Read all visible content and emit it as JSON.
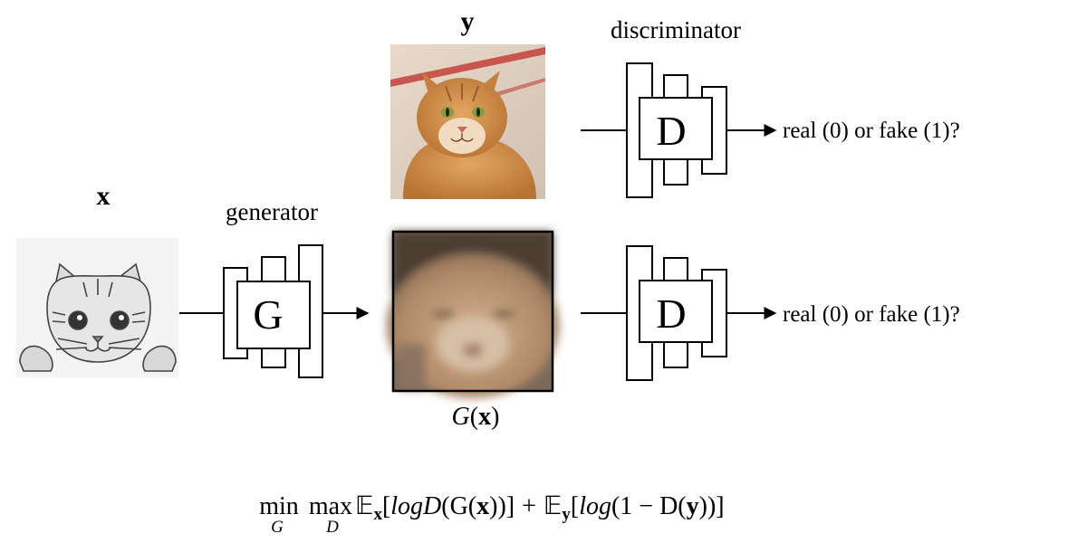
{
  "labels": {
    "x": "x",
    "y": "y",
    "generator": "generator",
    "discriminator": "discriminator",
    "gen_letter": "G",
    "disc_letter": "D",
    "output_top": "real (0) or fake (1)?",
    "output_bottom": "real (0) or fake (1)?"
  },
  "gx": {
    "func": "G",
    "open": "(",
    "var": "x",
    "close": ")"
  },
  "equation": {
    "min": "min",
    "min_sub": "G",
    "max": "max",
    "max_sub": "D",
    "E1": "𝔼",
    "E1_sub": "x",
    "term1_open": "[",
    "term1_log": "logD",
    "term1_rest": "(G(",
    "term1_var": "x",
    "term1_close": "))]",
    "plus": "+",
    "E2": "𝔼",
    "E2_sub": "y",
    "term2_open": "[",
    "term2_log": "log",
    "term2_mid": "(1 − D(",
    "term2_var": "y",
    "term2_close": "))]"
  },
  "images": {
    "sketch_cat": "sketch-cat",
    "real_cat": "real-cat",
    "generated_cat": "generated-cat"
  },
  "colors": {
    "stroke": "#000000",
    "real_cat_fur": "#c98a44",
    "generated_cat_fur": "#b89270"
  }
}
